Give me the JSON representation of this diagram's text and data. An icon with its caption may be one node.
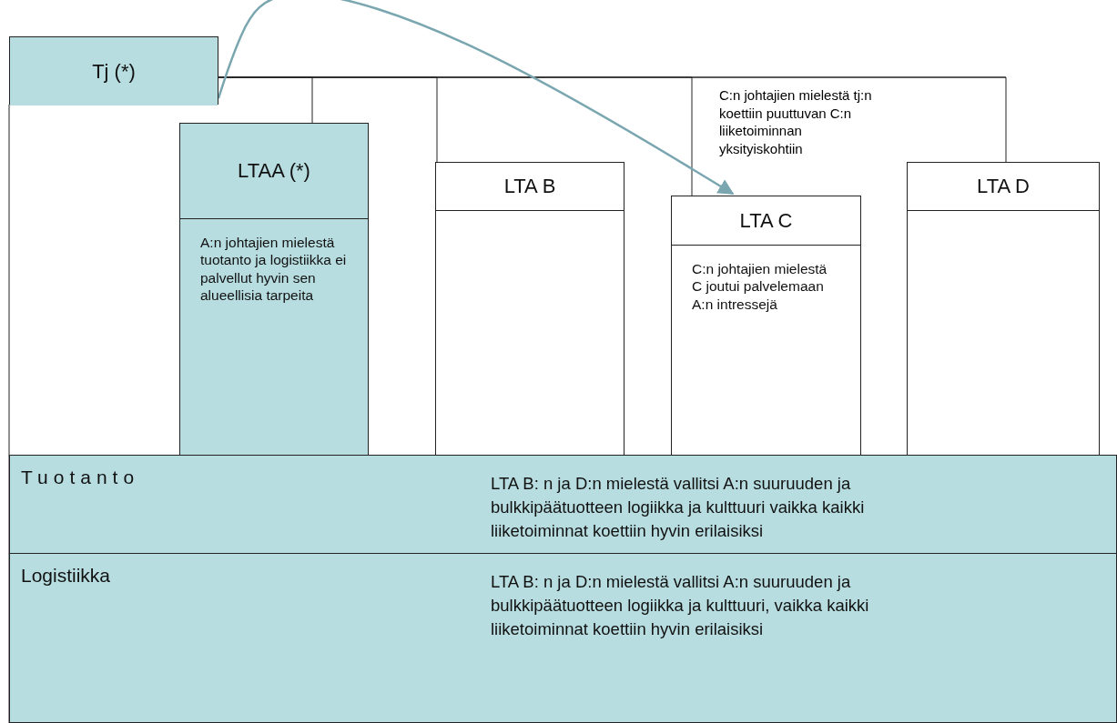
{
  "diagram": {
    "nodes": [
      {
        "text": [
          "Tj (*)"
        ]
      },
      {
        "text": [
          "LTAA (*)",
          "A:n johtajien mielestä tuotanto ja logistiikka ei palvellut hyvin sen alueellisia tarpeita"
        ]
      },
      {
        "text": [
          "LTA B"
        ]
      },
      {
        "text": [
          "LTA C",
          "C:n johtajien mielestä C joutui palvelemaan A:n intressejä"
        ]
      },
      {
        "text": [
          "LTA D"
        ]
      },
      {
        "text": [
          "Tuotanto",
          "LTA B: n ja D:n mielestä vallitsi A:n suuruuden ja bulkkipäätuotteen logiikka ja kulttuuri vaikka kaikki liiketoiminnat koettiin hyvin erilaisiksi"
        ]
      },
      {
        "text": [
          "Logistiikka",
          "LTA B: n ja D:n mielestä vallitsi A:n suuruuden ja bulkkipäätuotteen logiikka ja kulttuuri, vaikka kaikki liiketoiminnat koettiin hyvin erilaisiksi"
        ]
      }
    ],
    "edges": [
      {
        "from": 0,
        "to": 1,
        "arrow": "none"
      },
      {
        "from": 0,
        "to": 2,
        "arrow": "none"
      },
      {
        "from": 0,
        "to": 3,
        "arrow": "none"
      },
      {
        "from": 0,
        "to": 4,
        "arrow": "none"
      },
      {
        "from": 0,
        "to": 3,
        "arrow": "to",
        "color": "#7aa6b0"
      }
    ],
    "labels": [
      "C:n johtajien mielestä tj:n koettiin puuttuvan C:n liiketoiminnan yksityiskohtiin"
    ]
  }
}
